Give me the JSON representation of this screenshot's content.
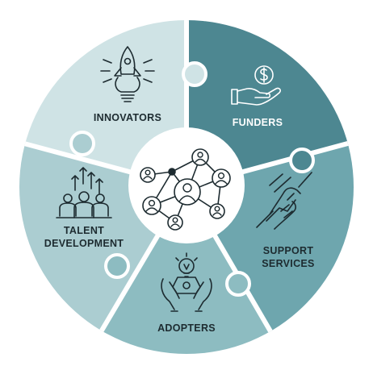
{
  "segments": {
    "innovators": {
      "label": "INNOVATORS",
      "color": "#cfe3e5",
      "text_color": "#1d2b30"
    },
    "funders": {
      "label": "FUNDERS",
      "color": "#4d8791",
      "text_color": "#ffffff"
    },
    "support_services": {
      "line1": "SUPPORT",
      "line2": "SERVICES",
      "color": "#6ea6ae",
      "text_color": "#1d2b30"
    },
    "adopters": {
      "label": "ADOPTERS",
      "color": "#8dbcc1",
      "text_color": "#1d2b30"
    },
    "talent_development": {
      "line1": "TALENT",
      "line2": "DEVELOPMENT",
      "color": "#abcdd1",
      "text_color": "#1d2b30"
    }
  },
  "center": {
    "color": "#ffffff",
    "icon": "network-people-icon"
  },
  "icons": {
    "innovators": "rocket-lightbulb-icon",
    "funders": "hand-money-icon",
    "support_services": "handshake-icon",
    "adopters": "hands-gear-lightbulb-icon",
    "talent_development": "people-growth-icon"
  }
}
